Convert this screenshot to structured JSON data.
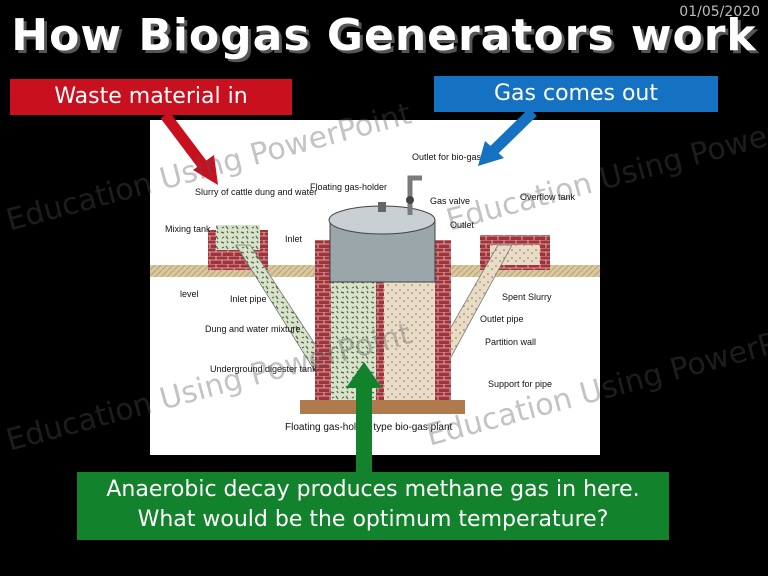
{
  "date": "01/05/2020",
  "title": "How Biogas Generators work",
  "labels": {
    "waste_in": "Waste material in",
    "gas_out": "Gas comes out"
  },
  "diagram": {
    "caption": "Floating gas-holder type bio-gas plant",
    "parts": {
      "outlet_biogas": "Outlet for bio-gas",
      "floating_holder": "Floating gas-holder",
      "slurry": "Slurry of cattle dung and water",
      "mixing_tank": "Mixing tank",
      "inlet": "Inlet",
      "gas_valve": "Gas valve",
      "outlet": "Outlet",
      "overflow_tank": "Overflow tank",
      "level": "level",
      "inlet_pipe": "Inlet pipe",
      "spent_slurry": "Spent Slurry",
      "outlet_pipe": "Outlet pipe",
      "dung_water": "Dung and water mixture",
      "partition_wall": "Partition wall",
      "digester_tank": "Underground digester tank",
      "support_pipe": "Support for pipe"
    }
  },
  "callout": {
    "line1": "Anaerobic decay produces methane gas in here.",
    "line2": "What would be the optimum temperature?"
  },
  "watermark": "Education Using PowerPoint",
  "colors": {
    "red": "#c8101e",
    "blue": "#1571c2",
    "green": "#13822c",
    "brick": "#a0323a"
  }
}
